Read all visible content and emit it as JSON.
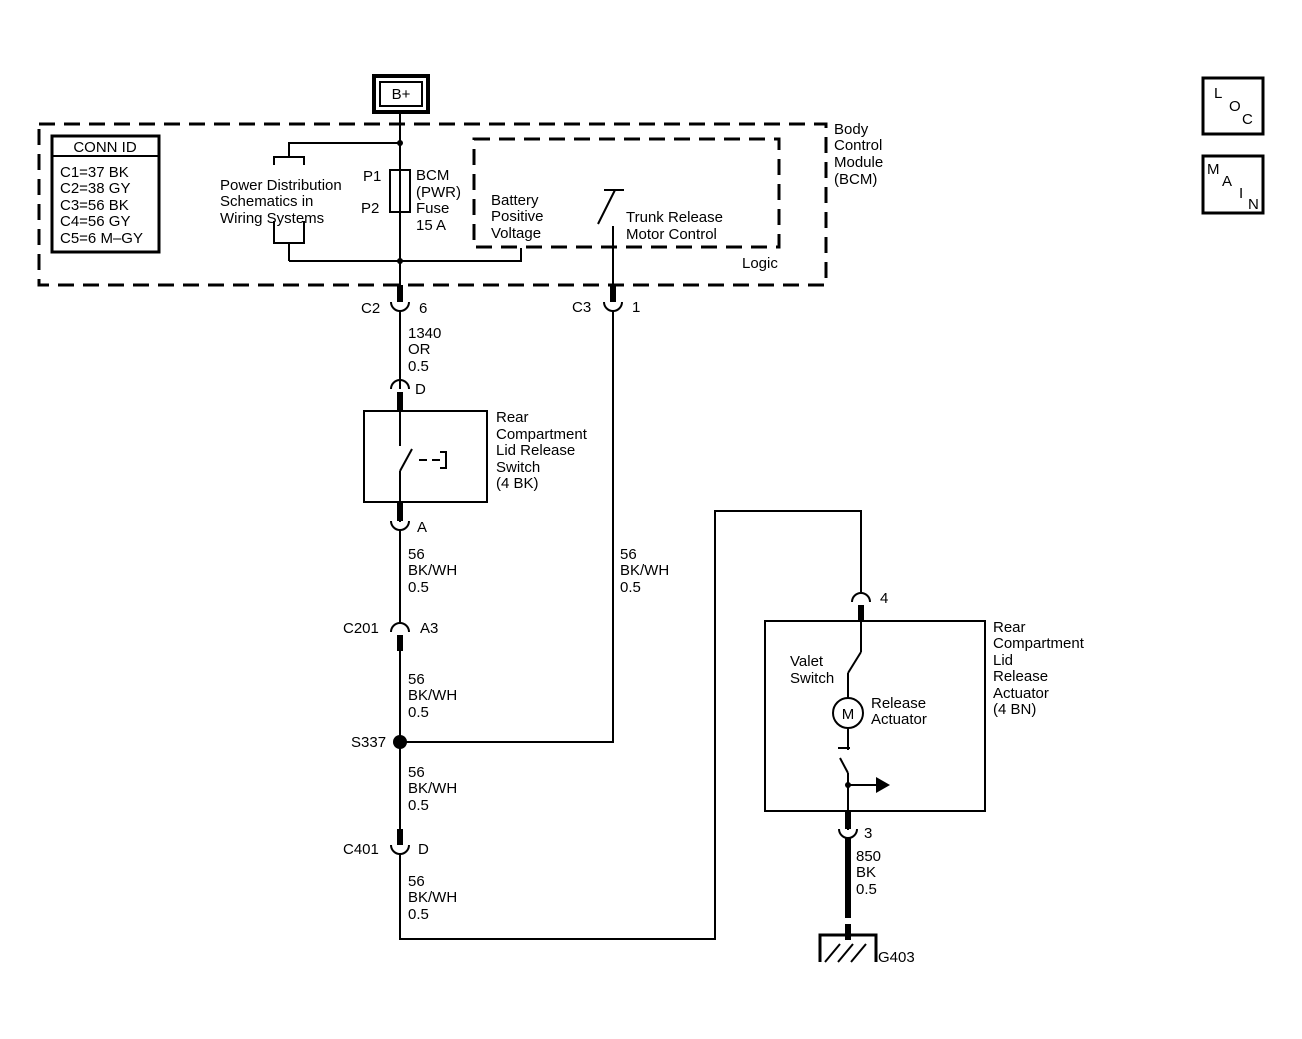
{
  "power": {
    "source": "B+"
  },
  "nav": {
    "loc": [
      "L",
      "O",
      "C"
    ],
    "main": [
      "M",
      "A",
      "I",
      "N"
    ]
  },
  "conn_id": {
    "title": "CONN ID",
    "rows": [
      "C1=37 BK",
      "C2=38 GY",
      "C3=56 BK",
      "C4=56 GY",
      "C5=6 M–GY"
    ]
  },
  "bcm": {
    "label": [
      "Body",
      "Control",
      "Module",
      "(BCM)"
    ],
    "power_dist": [
      "Power Distribution",
      "Schematics in",
      "Wiring Systems"
    ],
    "fuse_pins": [
      "P1",
      "P2"
    ],
    "fuse": [
      "BCM",
      "(PWR)",
      "Fuse",
      "15 A"
    ],
    "battery_input": [
      "Battery",
      "Positive",
      "Voltage"
    ],
    "output": [
      "Trunk Release",
      "Motor Control"
    ],
    "logic": "Logic"
  },
  "connectors": {
    "c2": {
      "name": "C2",
      "pin": "6"
    },
    "c3": {
      "name": "C3",
      "pin": "1"
    },
    "switch_top": {
      "pin": "D"
    },
    "switch_bottom": {
      "pin": "A"
    },
    "c201": {
      "name": "C201",
      "pin": "A3"
    },
    "c401": {
      "name": "C401",
      "pin": "D"
    },
    "actuator_top": {
      "pin": "4"
    },
    "actuator_bottom": {
      "pin": "3"
    }
  },
  "wires": {
    "w1340": [
      "1340",
      "OR",
      "0.5"
    ],
    "w56_a": [
      "56",
      "BK/WH",
      "0.5"
    ],
    "w56_c3": [
      "56",
      "BK/WH",
      "0.5"
    ],
    "w56_b": [
      "56",
      "BK/WH",
      "0.5"
    ],
    "w56_c": [
      "56",
      "BK/WH",
      "0.5"
    ],
    "w56_d": [
      "56",
      "BK/WH",
      "0.5"
    ],
    "w850": [
      "850",
      "BK",
      "0.5"
    ]
  },
  "splice": {
    "name": "S337"
  },
  "switch_component": {
    "label": [
      "Rear",
      "Compartment",
      "Lid Release",
      "Switch",
      "(4 BK)"
    ]
  },
  "actuator_component": {
    "label": [
      "Rear",
      "Compartment",
      "Lid",
      "Release",
      "Actuator",
      "(4 BN)"
    ],
    "valet": [
      "Valet",
      "Switch"
    ],
    "release": [
      "Release",
      "Actuator"
    ],
    "motor_symbol": "M"
  },
  "ground": {
    "name": "G403"
  }
}
